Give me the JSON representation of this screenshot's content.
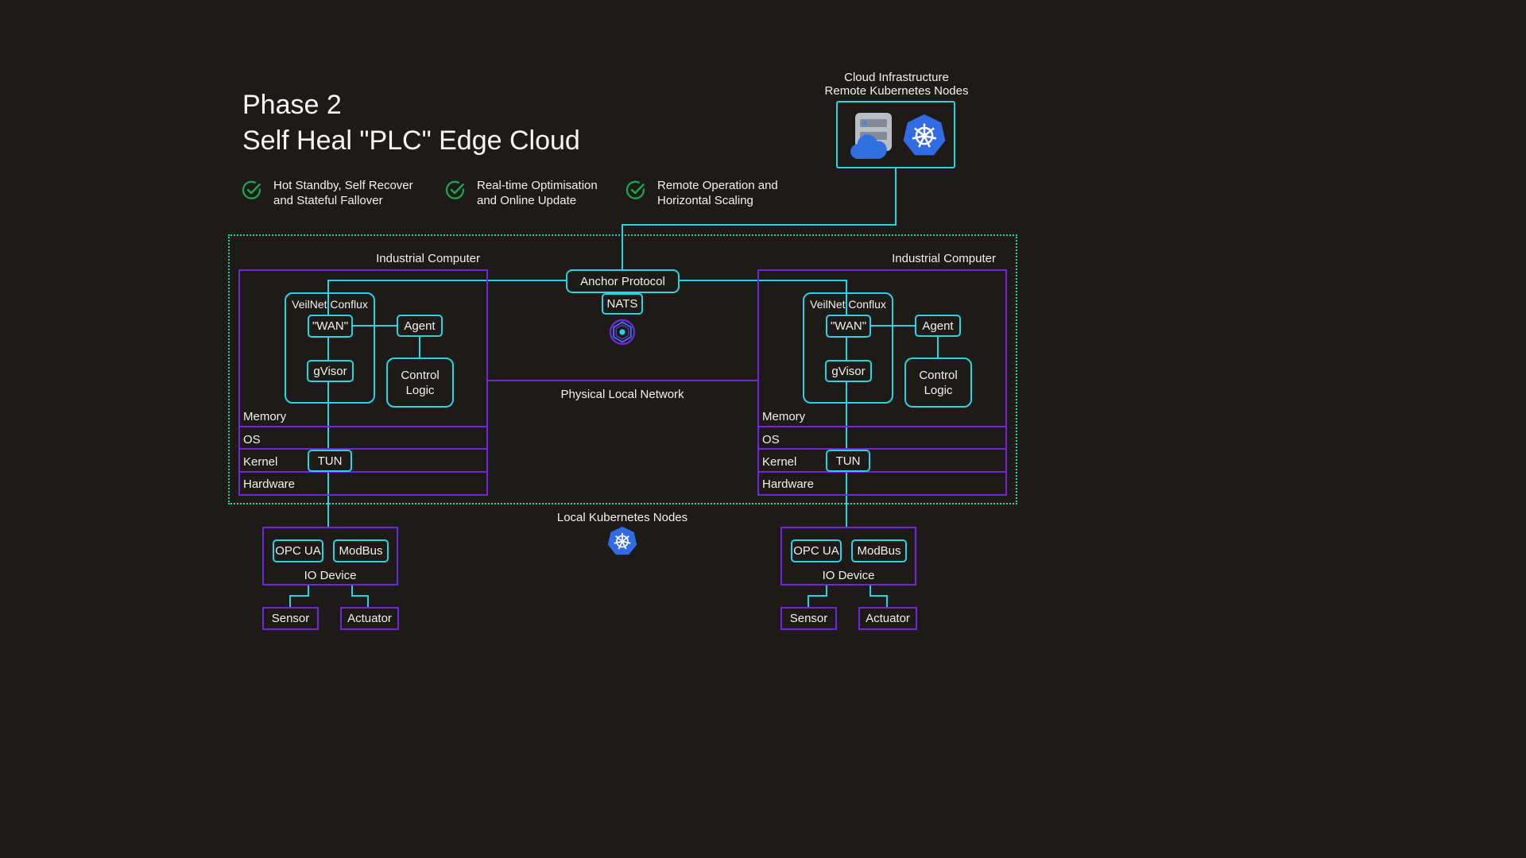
{
  "title": {
    "line1": "Phase 2",
    "line2": "Self Heal \"PLC\" Edge Cloud"
  },
  "features": [
    {
      "line1": "Hot Standby, Self Recover",
      "line2": "and Stateful Fallover"
    },
    {
      "line1": "Real-time Optimisation",
      "line2": "and Online Update"
    },
    {
      "line1": "Remote Operation and",
      "line2": "Horizontal Scaling"
    }
  ],
  "cloud": {
    "line1": "Cloud Infrastructure",
    "line2": "Remote Kubernetes Nodes"
  },
  "center": {
    "anchor_protocol": "Anchor Protocol",
    "nats": "NATS",
    "physical_network": "Physical Local Network",
    "local_k8s": "Local Kubernetes Nodes"
  },
  "computers": [
    {
      "title": "Industrial Computer",
      "veilnet": "VeilNet Conflux",
      "wan": "\"WAN\"",
      "gvisor": "gVisor",
      "agent": "Agent",
      "control_logic": "Control Logic",
      "memory": "Memory",
      "os": "OS",
      "kernel": "Kernel",
      "tun": "TUN",
      "hardware": "Hardware",
      "io": {
        "opcua": "OPC UA",
        "modbus": "ModBus",
        "label": "IO Device"
      },
      "sensor": "Sensor",
      "actuator": "Actuator"
    },
    {
      "title": "Industrial Computer",
      "veilnet": "VeilNet Conflux",
      "wan": "\"WAN\"",
      "gvisor": "gVisor",
      "agent": "Agent",
      "control_logic": "Control Logic",
      "memory": "Memory",
      "os": "OS",
      "kernel": "Kernel",
      "tun": "TUN",
      "hardware": "Hardware",
      "io": {
        "opcua": "OPC UA",
        "modbus": "ModBus",
        "label": "IO Device"
      },
      "sensor": "Sensor",
      "actuator": "Actuator"
    }
  ],
  "colors": {
    "background": "#1d1a17",
    "cyan": "#2ad3e3",
    "purple": "#7026dd",
    "dotted_teal": "#10ddaa",
    "check_green": "#1fa54d",
    "kubernetes_blue": "#326ce5",
    "text": "#f2f2f2"
  }
}
